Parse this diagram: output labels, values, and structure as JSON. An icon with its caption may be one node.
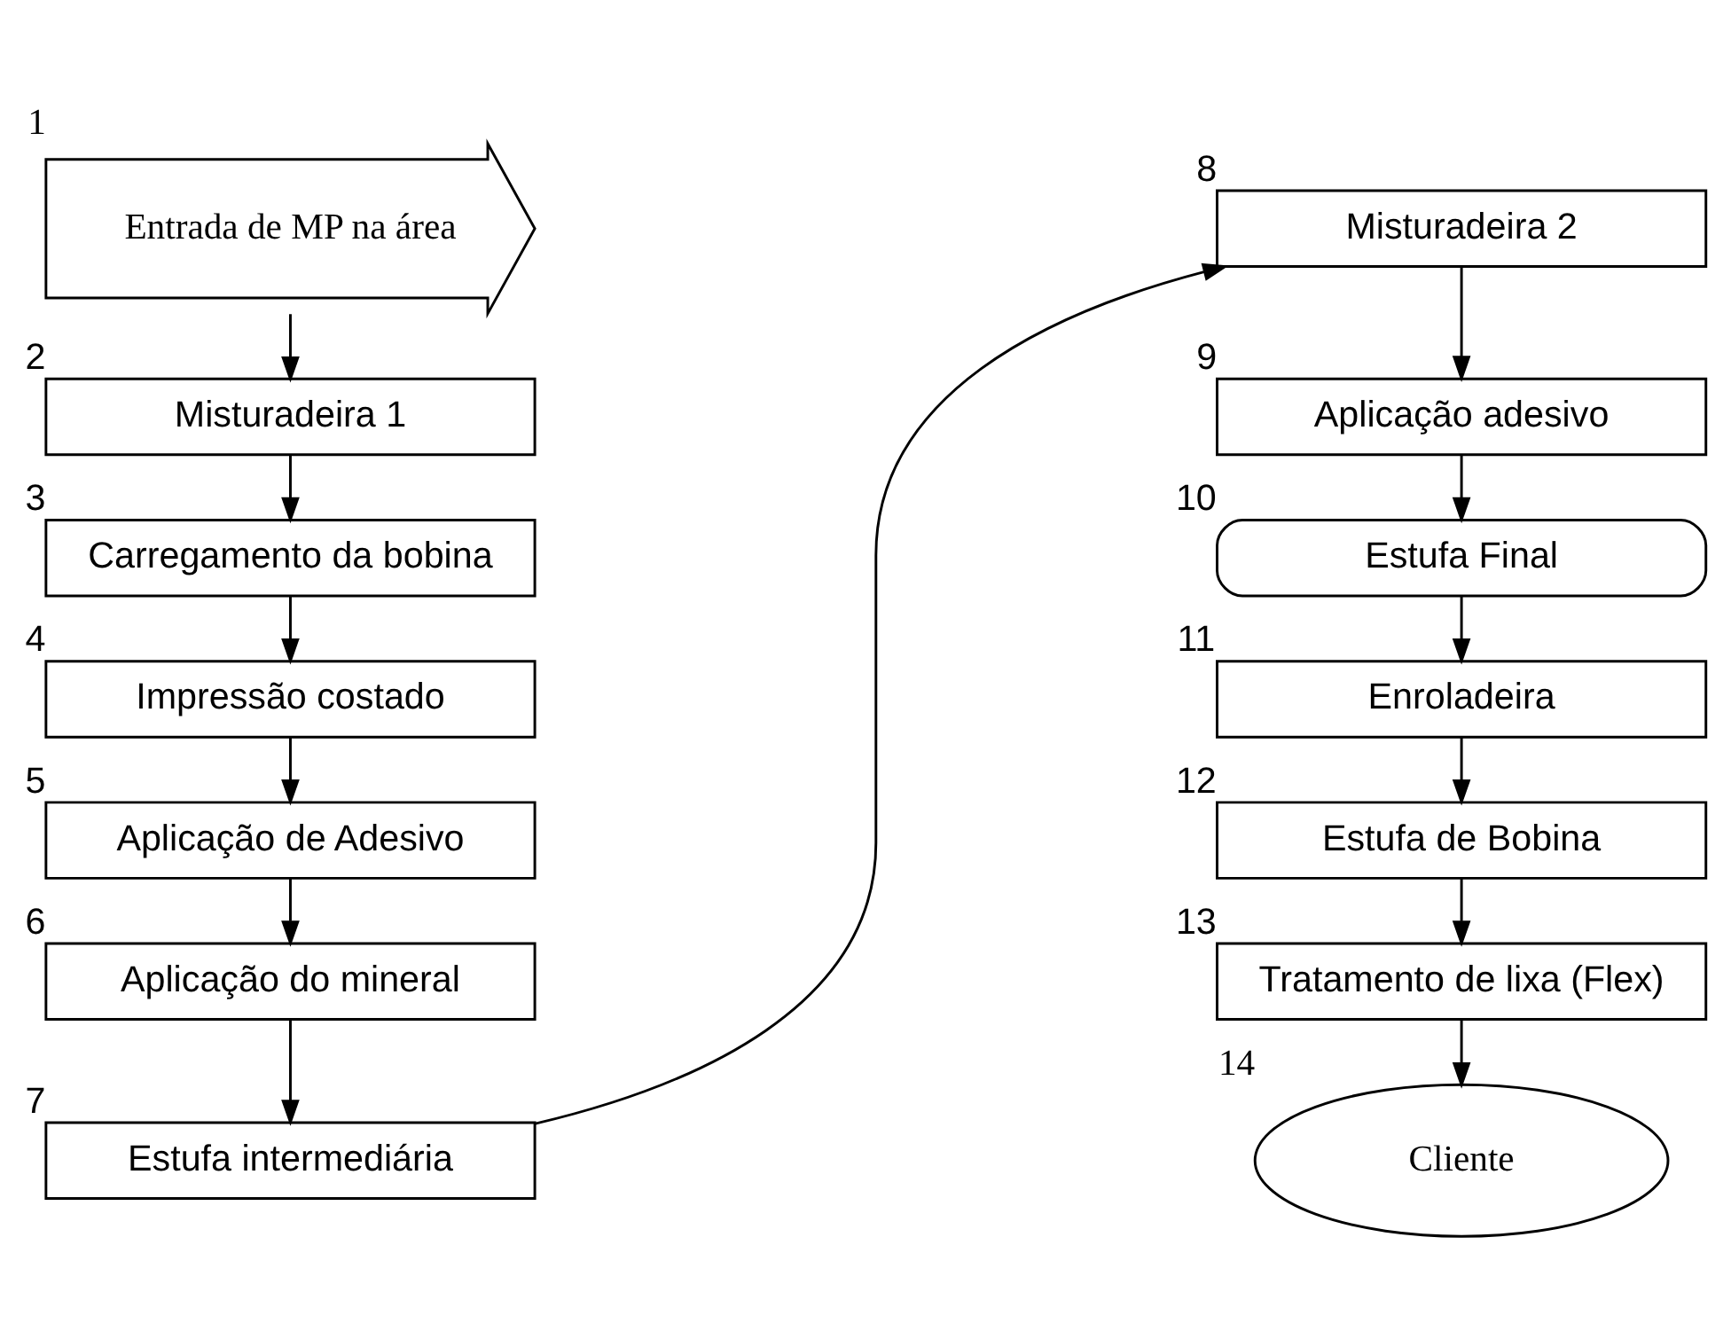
{
  "diagram": {
    "nodes": [
      {
        "text": [
          "Entrada de MP na área"
        ],
        "beside": [
          "1"
        ]
      },
      {
        "text": [
          "Misturadeira 1"
        ],
        "beside": [
          "2"
        ]
      },
      {
        "text": [
          "Carregamento da bobina"
        ],
        "beside": [
          "3"
        ]
      },
      {
        "text": [
          "Impressão costado"
        ],
        "beside": [
          "4"
        ]
      },
      {
        "text": [
          "Aplicação de Adesivo"
        ],
        "beside": [
          "5"
        ]
      },
      {
        "text": [
          "Aplicação do mineral"
        ],
        "beside": [
          "6"
        ]
      },
      {
        "text": [
          "Estufa intermediária"
        ],
        "beside": [
          "7"
        ]
      },
      {
        "text": [
          "Misturadeira 2"
        ],
        "beside": [
          "8"
        ]
      },
      {
        "text": [
          "Aplicação adesivo"
        ],
        "beside": [
          "9"
        ]
      },
      {
        "text": [
          "Estufa Final"
        ],
        "beside": [
          "10"
        ]
      },
      {
        "text": [
          "Enroladeira"
        ],
        "beside": [
          "11"
        ]
      },
      {
        "text": [
          "Estufa de Bobina"
        ],
        "beside": [
          "12"
        ]
      },
      {
        "text": [
          "Tratamento de lixa (Flex)"
        ],
        "beside": [
          "13"
        ]
      },
      {
        "text": [
          "Cliente"
        ],
        "beside": [
          "14"
        ]
      }
    ],
    "edges": [
      {
        "from": 0,
        "to": 1,
        "arrow": "to"
      },
      {
        "from": 1,
        "to": 2,
        "arrow": "to"
      },
      {
        "from": 2,
        "to": 3,
        "arrow": "to"
      },
      {
        "from": 3,
        "to": 4,
        "arrow": "to"
      },
      {
        "from": 4,
        "to": 5,
        "arrow": "to"
      },
      {
        "from": 5,
        "to": 6,
        "arrow": "to"
      },
      {
        "from": 6,
        "to": 7,
        "arrow": "to"
      },
      {
        "from": 7,
        "to": 8,
        "arrow": "to"
      },
      {
        "from": 8,
        "to": 9,
        "arrow": "to"
      },
      {
        "from": 9,
        "to": 10,
        "arrow": "to"
      },
      {
        "from": 10,
        "to": 11,
        "arrow": "to"
      },
      {
        "from": 11,
        "to": 12,
        "arrow": "to"
      },
      {
        "from": 12,
        "to": 13,
        "arrow": "to"
      }
    ]
  }
}
